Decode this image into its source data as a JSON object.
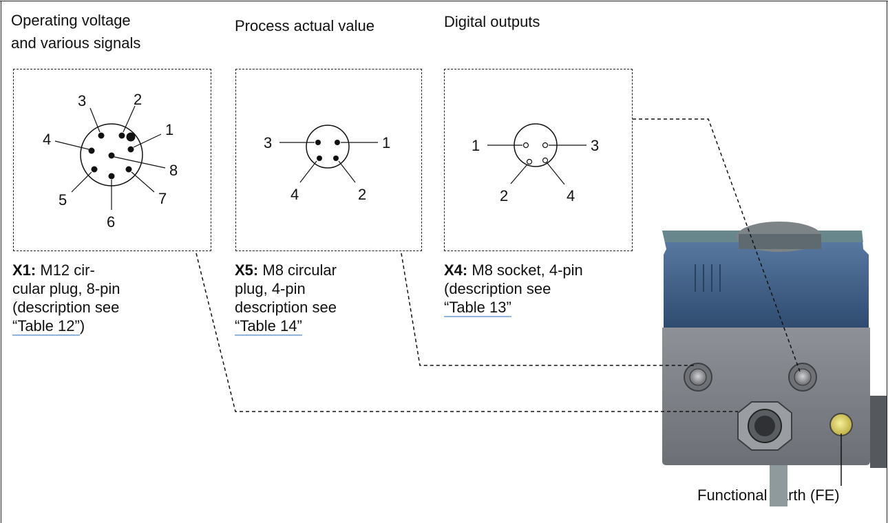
{
  "headings": {
    "operating_line1": "Operating voltage",
    "operating_line2": "and various signals",
    "process": "Process actual value",
    "digital": "Digital outputs"
  },
  "x1": {
    "bold": "X1:",
    "line1": " M12 cir-",
    "line2": "cular plug, 8-pin",
    "line3": "(description see",
    "ref": "“Table 12”",
    "tail": ")",
    "pins": [
      "1",
      "2",
      "3",
      "4",
      "5",
      "6",
      "7",
      "8"
    ]
  },
  "x5": {
    "bold": "X5:",
    "line1": " M8 circular",
    "line2": "plug, 4-pin",
    "line3": "description see",
    "ref": "“Table 14”",
    "pins": [
      "1",
      "2",
      "3",
      "4"
    ]
  },
  "x4": {
    "bold": "X4:",
    "line1": " M8 socket, 4-pin",
    "line2": "(description see",
    "ref": "“Table 13”",
    "pins": [
      "1",
      "2",
      "3",
      "4"
    ]
  },
  "fe_label": "Functional earth (FE)",
  "colors": {
    "device_blue": "#3f5f86",
    "device_gray": "#7c7f85",
    "link_underline": "#8fb3dc"
  }
}
